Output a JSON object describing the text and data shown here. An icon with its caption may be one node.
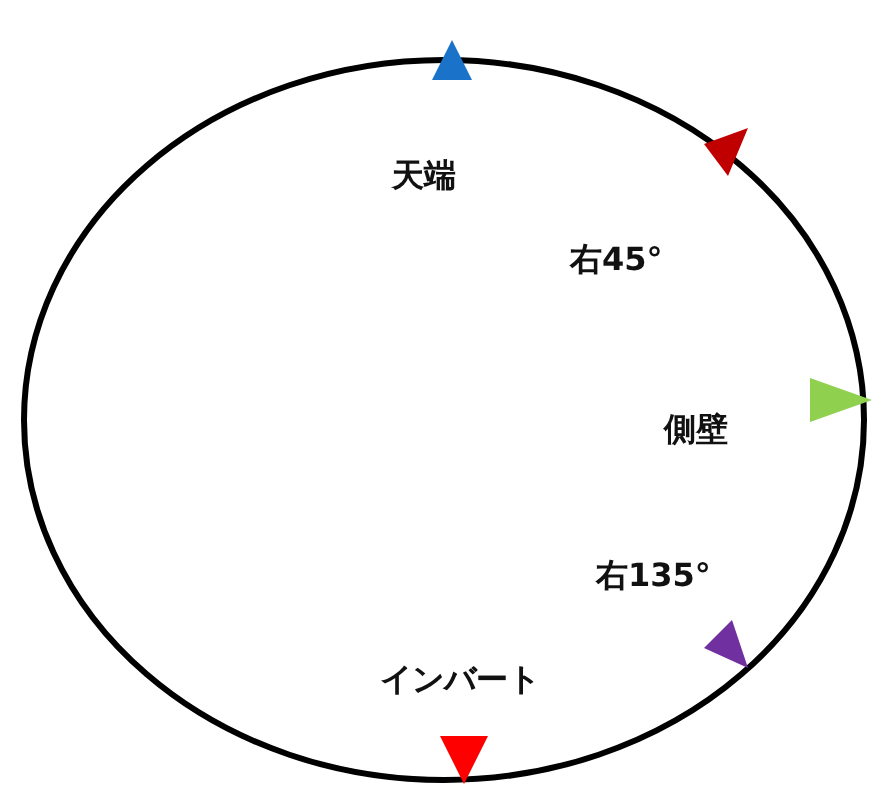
{
  "diagram": {
    "labels": [
      "天端",
      "右45°",
      "側壁",
      "右135°",
      "インバート"
    ]
  }
}
